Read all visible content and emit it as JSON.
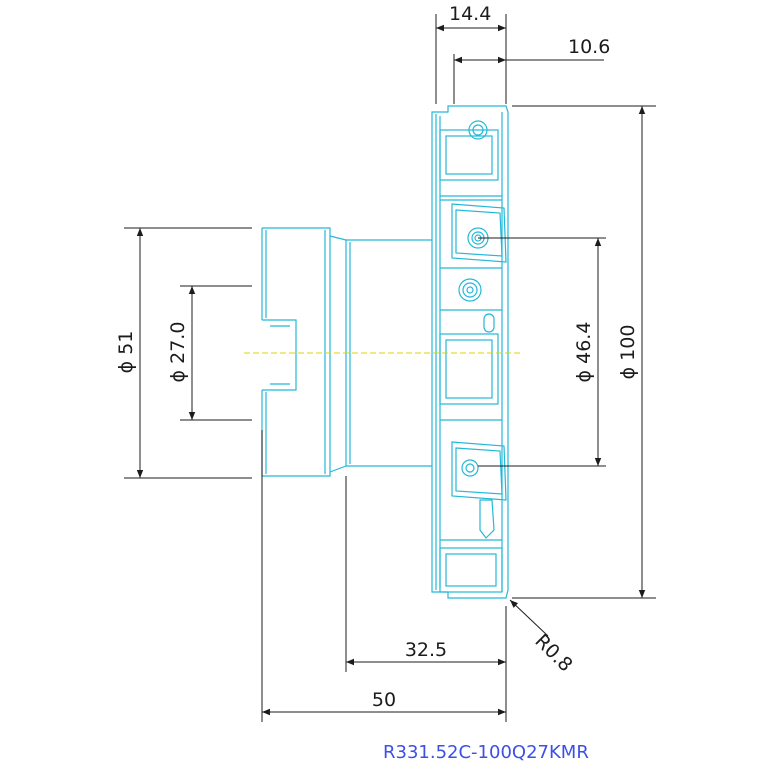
{
  "part_code": "R331.52C-100Q27KMR",
  "dimensions": {
    "top_width_14_4": "14.4",
    "top_width_10_6": "10.6",
    "diameter_100": "ϕ 100",
    "diameter_46_4": "ϕ 46.4",
    "diameter_51": "ϕ 51",
    "diameter_27": "ϕ 27.0",
    "length_32_5": "32.5",
    "length_50": "50",
    "corner_radius": "R0.8"
  },
  "colors": {
    "outline": "#25b8d8",
    "dimension": "#1c1c1c",
    "centerline": "#e0d000",
    "part_code": "#3c50e6"
  }
}
